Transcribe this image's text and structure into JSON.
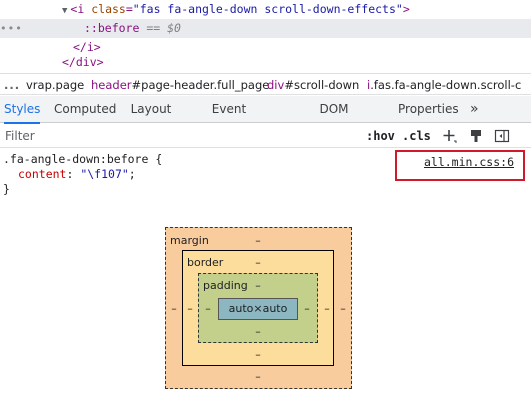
{
  "dom_tree": {
    "line1": {
      "open": "<",
      "tag": "i",
      "attr_name": "class",
      "eq": "=",
      "attr_value": "\"fas fa-angle-down scroll-down-effects\"",
      "close": ">"
    },
    "line2": {
      "ellipsis": "•••",
      "pseudo": "::before",
      "eq_text": "== $0"
    },
    "line3": {
      "text": "</i>"
    },
    "line4": {
      "text": "</div>"
    }
  },
  "breadcrumb": {
    "more": "...",
    "items": [
      {
        "tag": "",
        "rest": "vrap.page"
      },
      {
        "tag": "header",
        "rest": "#page-header.full_page"
      },
      {
        "tag": "div",
        "rest": "#scroll-down"
      },
      {
        "tag": "i",
        "rest": ".fas.fa-angle-down.scroll-c"
      }
    ]
  },
  "tabs": [
    {
      "label": "Styles",
      "active": true
    },
    {
      "label": "Computed",
      "active": false
    },
    {
      "label": "Layout",
      "active": false
    },
    {
      "label": "Event Listeners",
      "active": false
    },
    {
      "label": "DOM Breakpoints",
      "active": false
    },
    {
      "label": "Properties",
      "active": false
    }
  ],
  "tabs_more": "»",
  "filter": {
    "placeholder": "Filter",
    "hov": ":hov",
    "cls": ".cls",
    "add_icon": "plus-icon",
    "paint_icon": "paint-bucket-icon",
    "sidebar_icon": "toggle-sidebar-icon"
  },
  "rule": {
    "selector": ".fa-angle-down:before {",
    "property": "content",
    "colon": ": ",
    "value": "\"\\f107\"",
    "semicolon": ";",
    "close": "}",
    "source": "all.min.css:6"
  },
  "box_model": {
    "margin_label": "margin",
    "border_label": "border",
    "padding_label": "padding",
    "content": "auto×auto",
    "margin": {
      "top": "–",
      "right": "–",
      "bottom": "–",
      "left": "–"
    },
    "border": {
      "top": "–",
      "right": "–",
      "bottom": "–",
      "left": "–"
    },
    "padding": {
      "top": "–",
      "right": "–",
      "bottom": "–",
      "left": "–"
    }
  },
  "colors": {
    "accent": "#1a73e8",
    "margin_bg": "#f9cc9d",
    "border_bg": "#fddd9b",
    "padding_bg": "#c3d08b",
    "content_bg": "#8cb6c0",
    "highlight_box": "#d01a2a"
  }
}
